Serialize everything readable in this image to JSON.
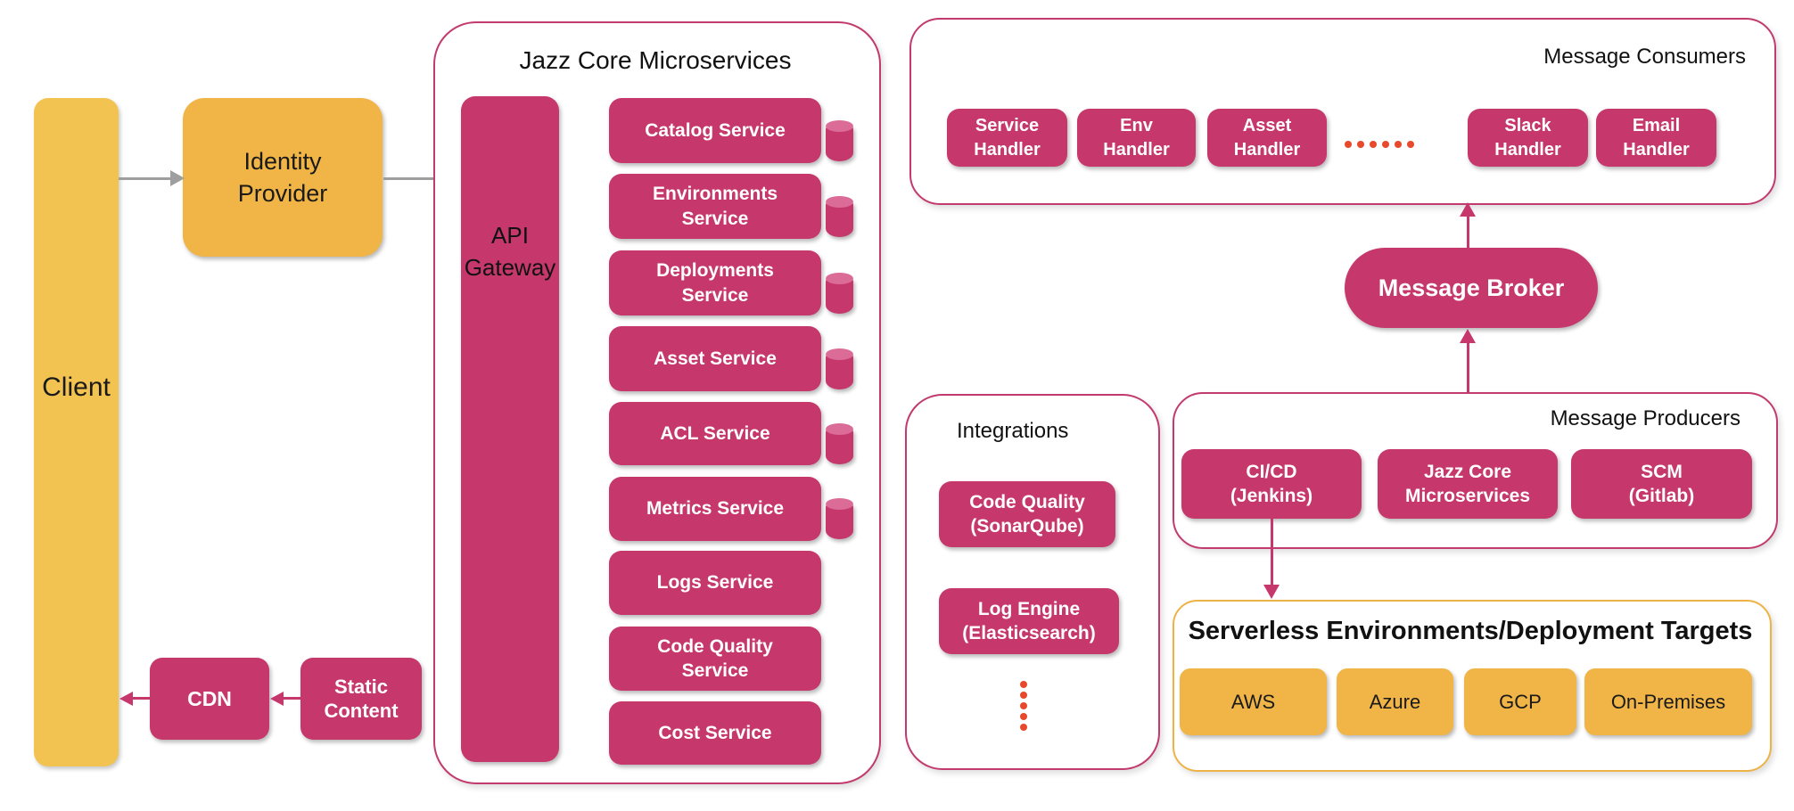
{
  "colors": {
    "node_pink": "#C6386C",
    "cylinder_top_pink": "#DB6B97",
    "node_yellow": "#F0B546",
    "client_yellow": "#F2C351",
    "container_border_pink": "#C23A6E",
    "serverless_border_yellow": "#EDB347",
    "dots_red": "#E8482C",
    "arrow_gray": "#9E9E9E",
    "text_black": "#111111",
    "text_white": "#FFFFFF"
  },
  "left_group": {
    "client": "Client",
    "identity_provider": "Identity\nProvider",
    "cdn": "CDN",
    "static_content": "Static\nContent"
  },
  "jazz": {
    "title": "Jazz Core Microservices",
    "api_gateway": "API\nGateway",
    "services": [
      {
        "label": "Catalog Service",
        "has_db": true
      },
      {
        "label": "Environments\nService",
        "has_db": true
      },
      {
        "label": "Deployments\nService",
        "has_db": true
      },
      {
        "label": "Asset Service",
        "has_db": true
      },
      {
        "label": "ACL Service",
        "has_db": true
      },
      {
        "label": "Metrics Service",
        "has_db": true
      },
      {
        "label": "Logs Service",
        "has_db": false
      },
      {
        "label": "Code Quality\nService",
        "has_db": false
      },
      {
        "label": "Cost Service",
        "has_db": false
      }
    ]
  },
  "consumers": {
    "title": "Message Consumers",
    "handlers": [
      "Service\nHandler",
      "Env\nHandler",
      "Asset\nHandler",
      "Slack\nHandler",
      "Email\nHandler"
    ],
    "ellipsis_dot_count": 6
  },
  "broker": {
    "label": "Message Broker"
  },
  "integrations": {
    "title": "Integrations",
    "items": [
      "Code Quality\n(SonarQube)",
      "Log Engine\n(Elasticsearch)"
    ],
    "ellipsis_dot_count": 5
  },
  "producers": {
    "title": "Message Producers",
    "items": [
      "CI/CD\n(Jenkins)",
      "Jazz Core\nMicroservices",
      "SCM\n(Gitlab)"
    ]
  },
  "serverless": {
    "title": "Serverless Environments/Deployment Targets",
    "targets": [
      "AWS",
      "Azure",
      "GCP",
      "On-Premises"
    ]
  }
}
